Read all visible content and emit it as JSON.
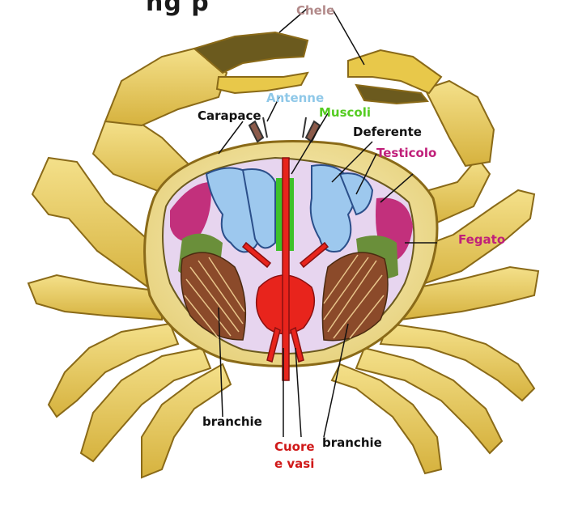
{
  "header_fragment": "                  ng        p",
  "labels": {
    "chele": "Chele",
    "antenne": "Antenne",
    "carapace": "Carapace",
    "muscoli": "Muscoli",
    "deferente": "Deferente",
    "testicolo": "Testicolo",
    "fegato": "Fegato",
    "branchie_left": "branchie",
    "cuore_line1": "Cuore",
    "cuore_line2": "e vasi",
    "branchie_right": "branchie"
  },
  "colors": {
    "chele": "#b28a8a",
    "antenne": "#8fc8e8",
    "carapace": "#111111",
    "muscoli": "#55cc22",
    "deferente": "#111111",
    "testicolo": "#c0207a",
    "fegato": "#c0207a",
    "branchie": "#111111",
    "cuore": "#d01818",
    "shell": "#e8c84a",
    "shell_dark": "#b8932a",
    "claw_tip": "#6b5a1e"
  }
}
